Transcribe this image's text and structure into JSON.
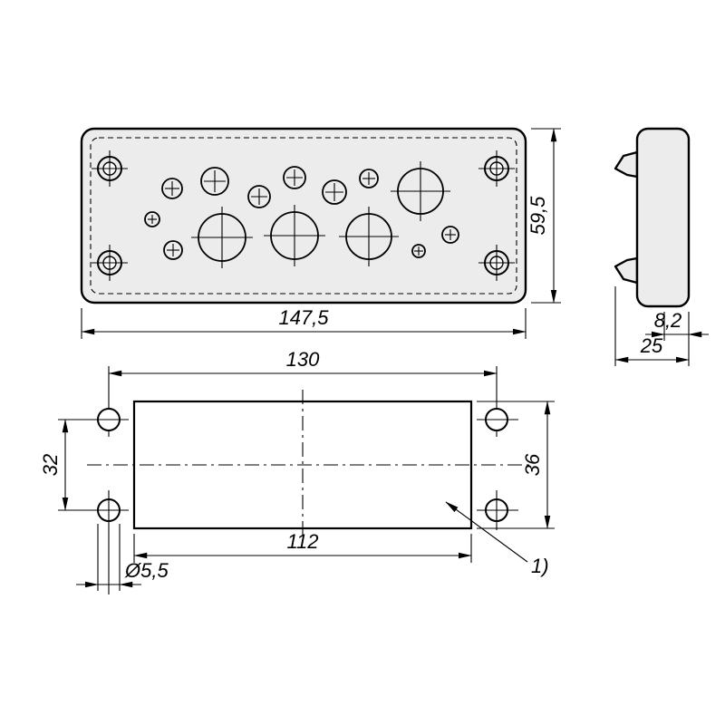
{
  "dimensions": {
    "plate_width": "147,5",
    "plate_height": "59,5",
    "plate_thickness": "8,2",
    "total_depth": "25",
    "hole_spacing_horizontal": "130",
    "hole_spacing_vertical": "32",
    "cutout_height": "36",
    "cutout_width": "112",
    "hole_diameter": "Ø5,5",
    "note_reference": "1)"
  },
  "colors": {
    "line": "#000000",
    "plate_fill": "#ececec",
    "background": "#ffffff"
  }
}
